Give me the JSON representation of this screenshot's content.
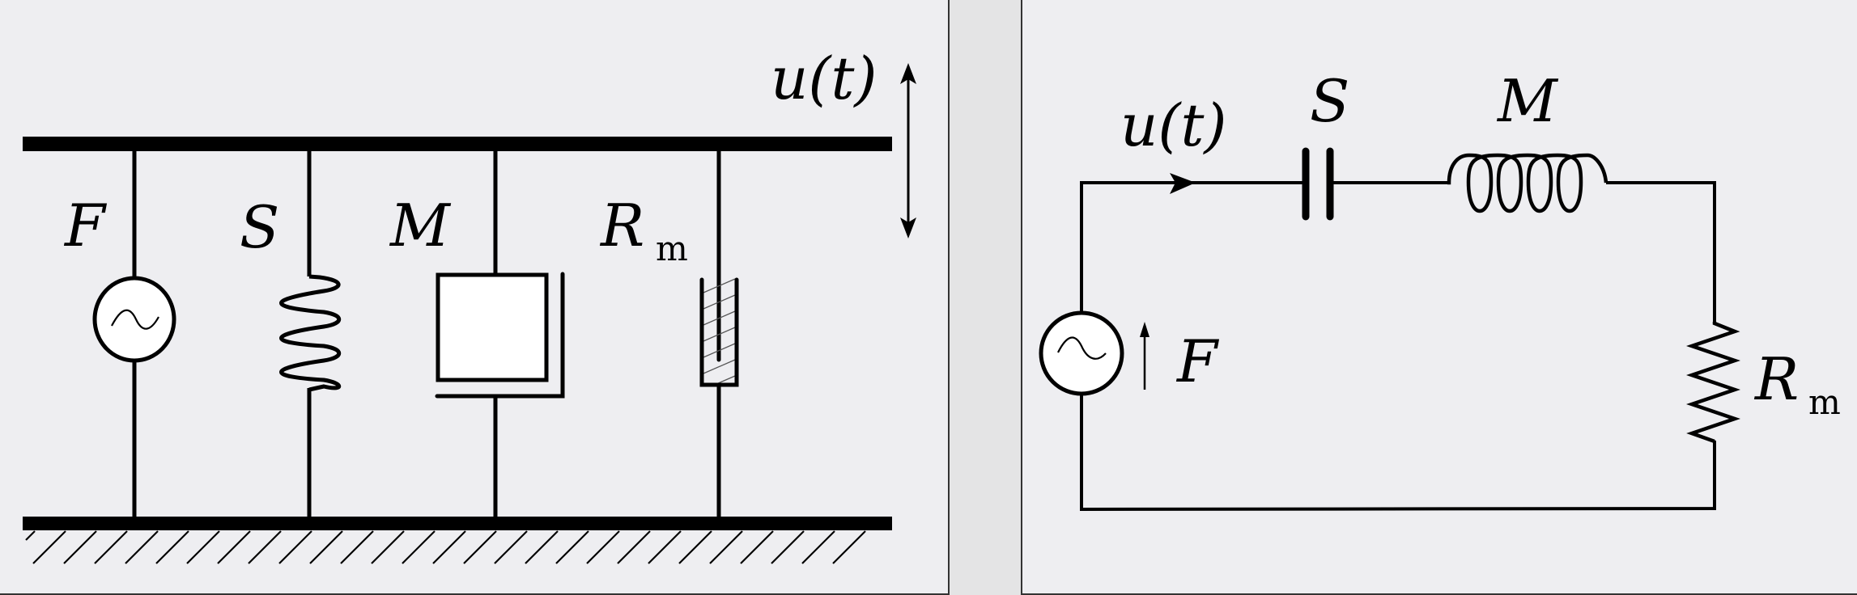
{
  "mechanical_system": {
    "labels": {
      "force": "F",
      "stiffness": "S",
      "mass": "M",
      "resistance": "R",
      "resistance_subscript": "m",
      "velocity": "u(t)"
    }
  },
  "electrical_analog": {
    "labels": {
      "force": "F",
      "stiffness": "S",
      "mass": "M",
      "resistance": "R",
      "resistance_subscript": "m",
      "velocity": "u(t)"
    }
  },
  "colors": {
    "panel_bg": "#eeeef1",
    "gutter_bg": "#e4e4e5",
    "ink": "#000000",
    "hatch": "#555555"
  }
}
